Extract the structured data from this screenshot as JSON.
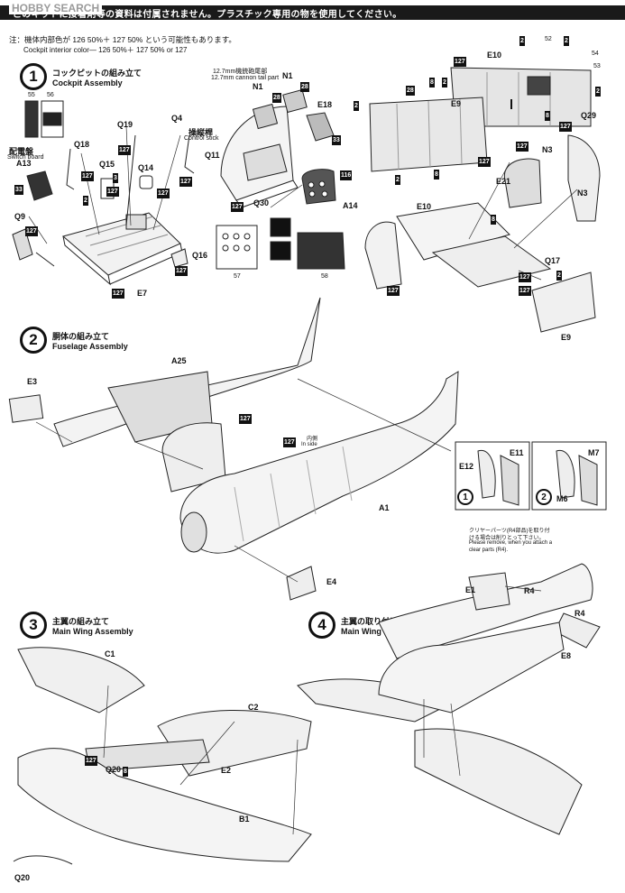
{
  "header": {
    "watermark": "HOBBY SEARCH",
    "banner": "このキットに接着剤等の資料は付属されません。プラスチック専用の物を使用してください。"
  },
  "notes": {
    "line1": "注：機体内部色が 126 50%＋ 127 50% という可能性もあります。",
    "line2": "Cockpit interior color— 126 50%＋ 127 50%  or  127"
  },
  "steps": [
    {
      "num": "1",
      "ja": "コックピットの組み立て",
      "en": "Cockpit Assembly"
    },
    {
      "num": "2",
      "ja": "胴体の組み立て",
      "en": "Fuselage Assembly"
    },
    {
      "num": "3",
      "ja": "主翼の組み立て",
      "en": "Main Wing Assembly"
    },
    {
      "num": "4",
      "ja": "主翼の取り付け",
      "en": "Main Wing Installation"
    }
  ],
  "step1": {
    "switch_board_ja": "配電盤",
    "switch_board_en": "Switch board",
    "control_stick_ja": "操縦桿",
    "control_stick_en": "Control stick",
    "cannon_ja": "12.7mm機銃砲尾部",
    "cannon_en": "12.7mm cannon tail part",
    "parts": [
      "A13",
      "Q18",
      "Q15",
      "Q19",
      "Q14",
      "Q4",
      "Q11",
      "Q9",
      "E7",
      "Q16",
      "N1",
      "N1",
      "Q30",
      "E18",
      "A14",
      "E10",
      "E9",
      "E10",
      "N3",
      "N3",
      "E21",
      "Q29",
      "E9",
      "Q17"
    ],
    "decals": [
      "55",
      "56",
      "57",
      "58",
      "52",
      "53",
      "54"
    ]
  },
  "step2": {
    "inside_ja": "内側",
    "inside_en": "In side",
    "parts": [
      "E3",
      "A25",
      "A1",
      "E4",
      "E12",
      "E11",
      "M7",
      "M6",
      "E1",
      "R4",
      "R4",
      "E8"
    ],
    "variant1": "1",
    "variant2": "2",
    "clear_note_ja1": "クリヤーパーツ(R4部品)を取り付",
    "clear_note_ja2": "ける場合は削りとって下さい。",
    "clear_note_en1": "Please remove, when you attach a",
    "clear_note_en2": "clear parts (R4)."
  },
  "step3": {
    "parts": [
      "C1",
      "C2",
      "E2",
      "Q20",
      "B1",
      "Q20"
    ]
  },
  "colors": {
    "c126": "126",
    "c127": "127",
    "c116": "116",
    "c33": "33",
    "c28": "28",
    "c8": "8",
    "c2": "2",
    "c3": "3"
  }
}
